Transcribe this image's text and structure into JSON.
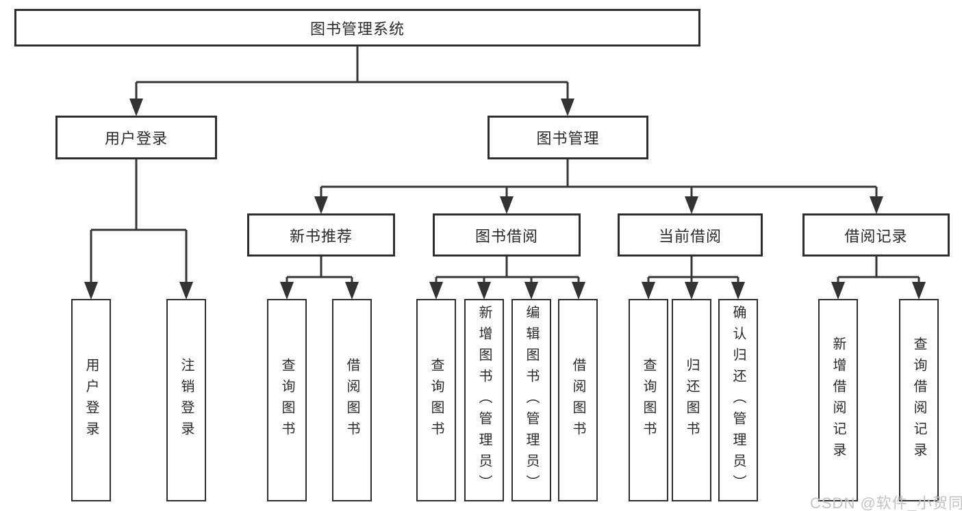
{
  "diagram": {
    "watermark": "CSDN @软件_小贺同学",
    "colors": {
      "line": "#363636",
      "box_border": "#2e2e2e",
      "text": "#2a2a2a",
      "watermark": "#c3c3c3",
      "background": "#ffffff"
    },
    "root": {
      "label": "图书管理系统",
      "children": [
        {
          "label": "用户登录",
          "children": [
            {
              "label": "用户登录"
            },
            {
              "label": "注销登录"
            }
          ]
        },
        {
          "label": "图书管理",
          "children": [
            {
              "label": "新书推荐",
              "children": [
                {
                  "label": "查询图书"
                },
                {
                  "label": "借阅图书"
                }
              ]
            },
            {
              "label": "图书借阅",
              "children": [
                {
                  "label": "查询图书"
                },
                {
                  "label": "新增图书（管理员）"
                },
                {
                  "label": "编辑图书（管理员）"
                },
                {
                  "label": "借阅图书"
                }
              ]
            },
            {
              "label": "当前借阅",
              "children": [
                {
                  "label": "查询图书"
                },
                {
                  "label": "归还图书"
                },
                {
                  "label": "确认归还（管理员）"
                }
              ]
            },
            {
              "label": "借阅记录",
              "children": [
                {
                  "label": "新增借阅记录"
                },
                {
                  "label": "查询借阅记录"
                }
              ]
            }
          ]
        }
      ]
    }
  }
}
